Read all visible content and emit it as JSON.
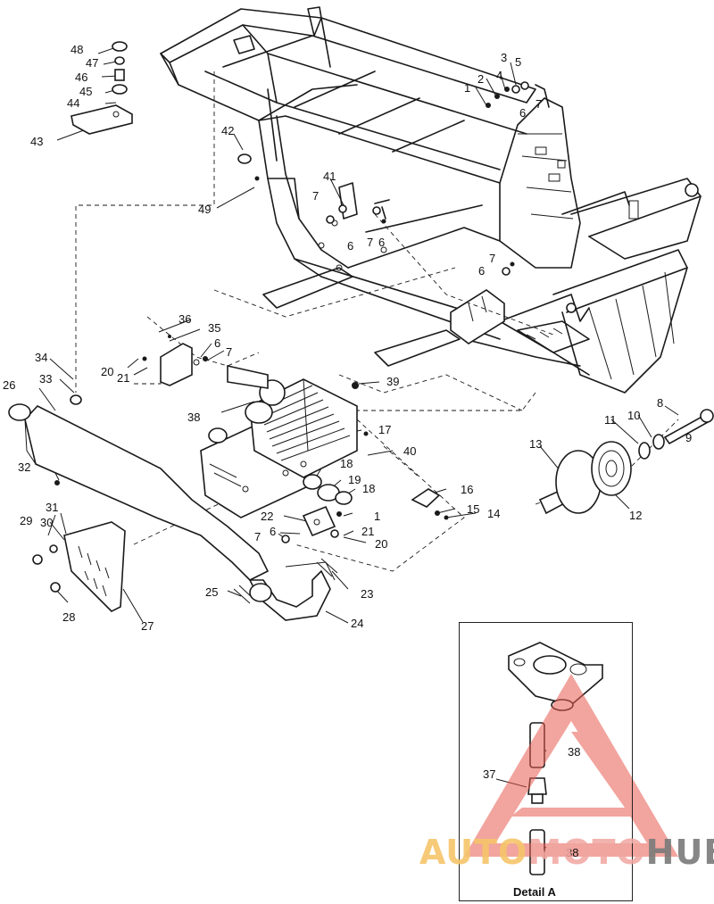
{
  "diagram": {
    "callouts": {
      "c1a": "1",
      "c2": "2",
      "c3": "3",
      "c4": "4",
      "c5": "5",
      "c6a": "6",
      "c7a": "7",
      "c7b": "7",
      "c41": "41",
      "c6b": "6",
      "c7c": "7",
      "c6c": "6",
      "c7d": "7",
      "c6d": "6",
      "c42": "42",
      "c49": "49",
      "c48": "48",
      "c47": "47",
      "c46": "46",
      "c45": "45",
      "c44": "44",
      "c43": "43",
      "c34": "34",
      "c33": "33",
      "c26": "26",
      "c32": "32",
      "c36": "36",
      "c35": "35",
      "c6e": "6",
      "c7e": "7",
      "c20a": "20",
      "c21a": "21",
      "c39": "39",
      "c38a": "38",
      "c17": "17",
      "c40": "40",
      "c18a": "18",
      "c19": "19",
      "c18b": "18",
      "c16": "16",
      "c15": "15",
      "c14": "14",
      "c22": "22",
      "c1b": "1",
      "c21b": "21",
      "c7f": "7",
      "c6f": "6",
      "c20b": "20",
      "c23": "23",
      "c25": "25",
      "c24": "24",
      "c31": "31",
      "c29": "29",
      "c30": "30",
      "c28": "28",
      "c27": "27",
      "c8": "8",
      "c10": "10",
      "c11": "11",
      "c9": "9",
      "c13": "13",
      "c12": "12",
      "c38b": "38",
      "c37": "37",
      "c38c": "38"
    },
    "detail_caption": "Detail A"
  },
  "watermark": {
    "part1": "AUTO",
    "part2": "MOTO",
    "part3": "HUB",
    "colors": {
      "auto": "#f6c56a",
      "moto": "#f0a6a0",
      "hub": "#7a7a7a",
      "triangle": "#e85a4f"
    }
  }
}
